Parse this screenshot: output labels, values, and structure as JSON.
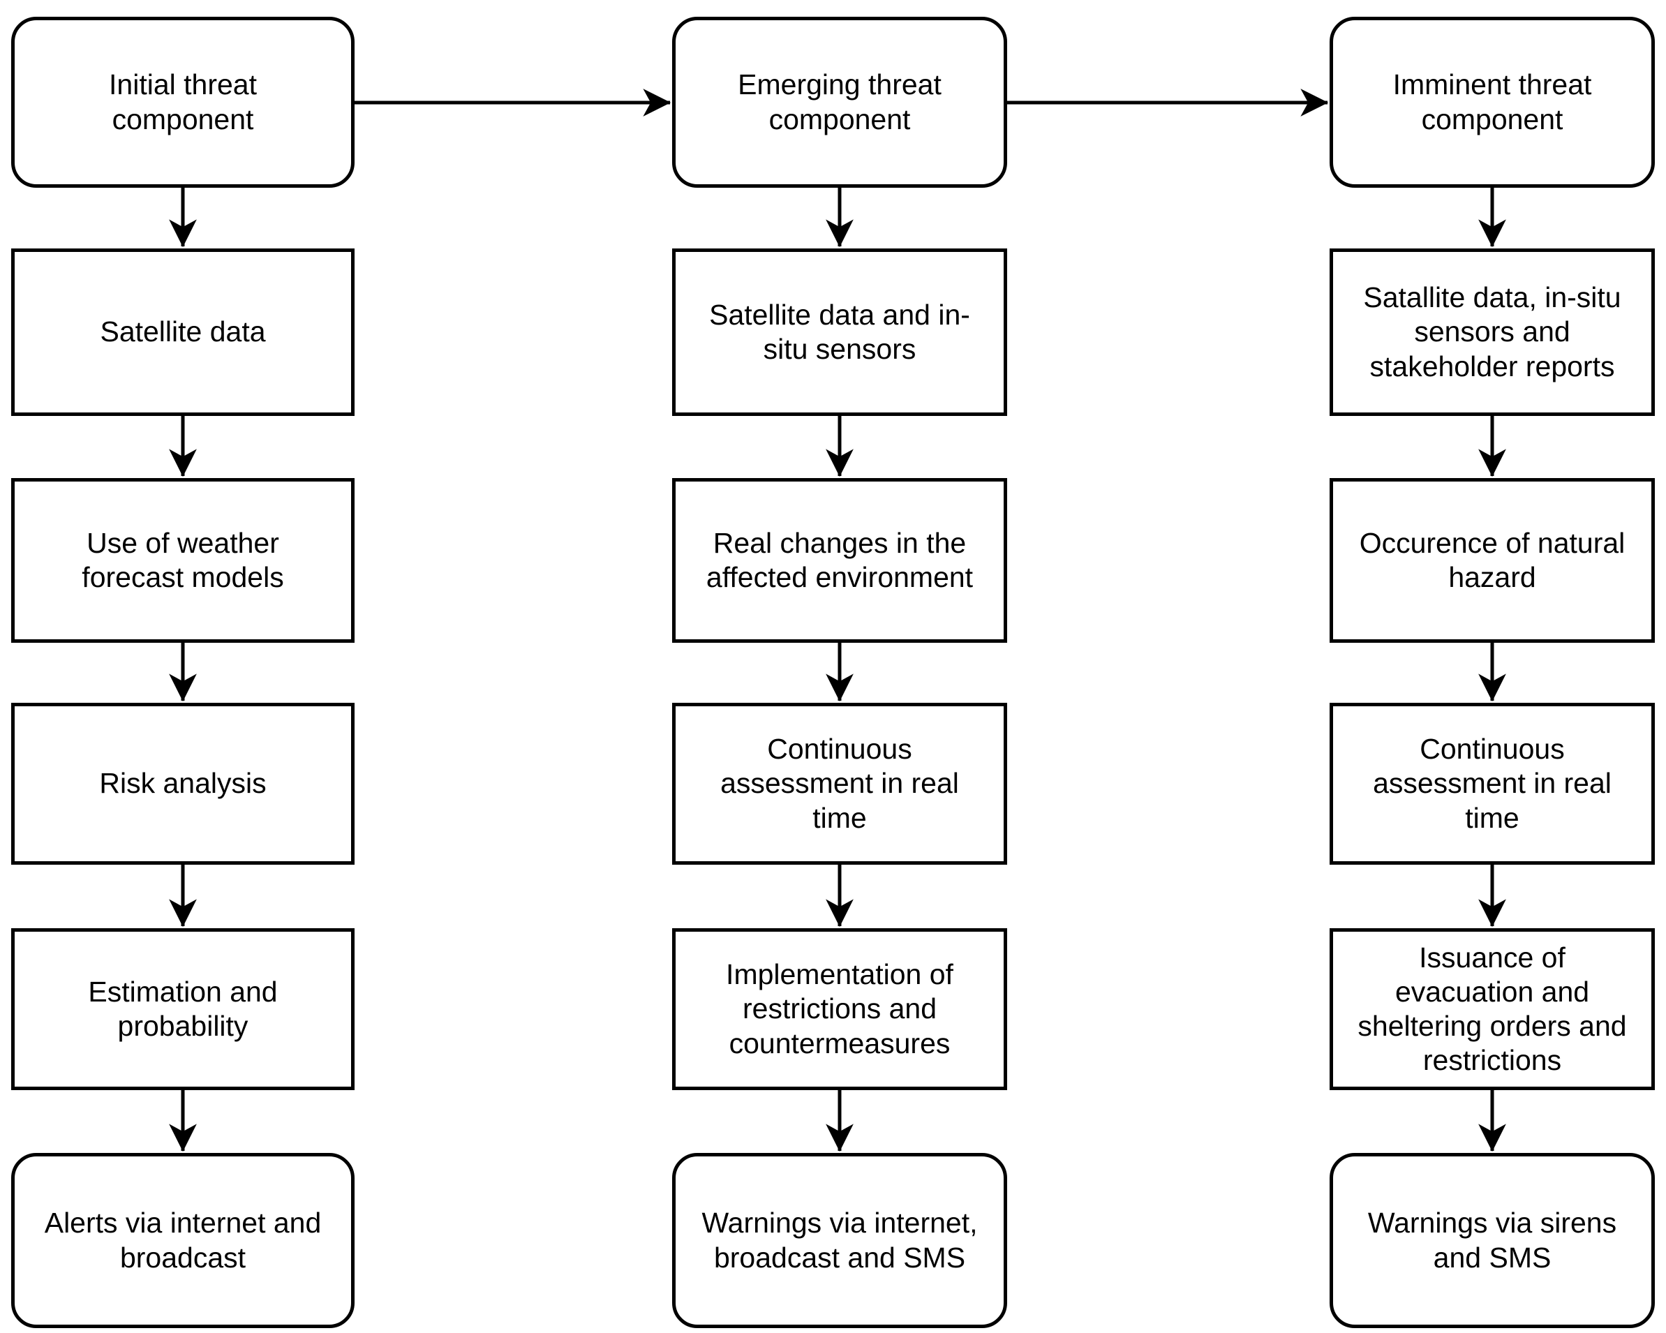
{
  "diagram": {
    "type": "flowchart",
    "colors": {
      "stroke": "#000000",
      "fill": "#ffffff",
      "text": "#000000",
      "background": "#ffffff"
    },
    "columns": [
      {
        "boxes": [
          {
            "label": "Initial threat\ncomponent",
            "shape": "rounded"
          },
          {
            "label": "Satellite data",
            "shape": "rect"
          },
          {
            "label": "Use of weather\nforecast models",
            "shape": "rect"
          },
          {
            "label": "Risk analysis",
            "shape": "rect"
          },
          {
            "label": "Estimation and\nprobability",
            "shape": "rect"
          },
          {
            "label": "Alerts via internet and\nbroadcast",
            "shape": "rounded"
          }
        ]
      },
      {
        "boxes": [
          {
            "label": "Emerging threat\ncomponent",
            "shape": "rounded"
          },
          {
            "label": "Satellite data and in-\nsitu sensors",
            "shape": "rect"
          },
          {
            "label": "Real changes in the\naffected environment",
            "shape": "rect"
          },
          {
            "label": "Continuous\nassessment in real\ntime",
            "shape": "rect"
          },
          {
            "label": "Implementation of\nrestrictions and\ncountermeasures",
            "shape": "rect"
          },
          {
            "label": "Warnings via internet,\nbroadcast and SMS",
            "shape": "rounded"
          }
        ]
      },
      {
        "boxes": [
          {
            "label": "Imminent threat\ncomponent",
            "shape": "rounded"
          },
          {
            "label": "Satallite data, in-situ\nsensors and\nstakeholder reports",
            "shape": "rect"
          },
          {
            "label": "Occurence of natural\nhazard",
            "shape": "rect"
          },
          {
            "label": "Continuous\nassessment in real\ntime",
            "shape": "rect"
          },
          {
            "label": "Issuance of\nevacuation and\nsheltering orders and\nrestrictions",
            "shape": "rect"
          },
          {
            "label": "Warnings via sirens\nand SMS",
            "shape": "rounded"
          }
        ]
      }
    ]
  }
}
